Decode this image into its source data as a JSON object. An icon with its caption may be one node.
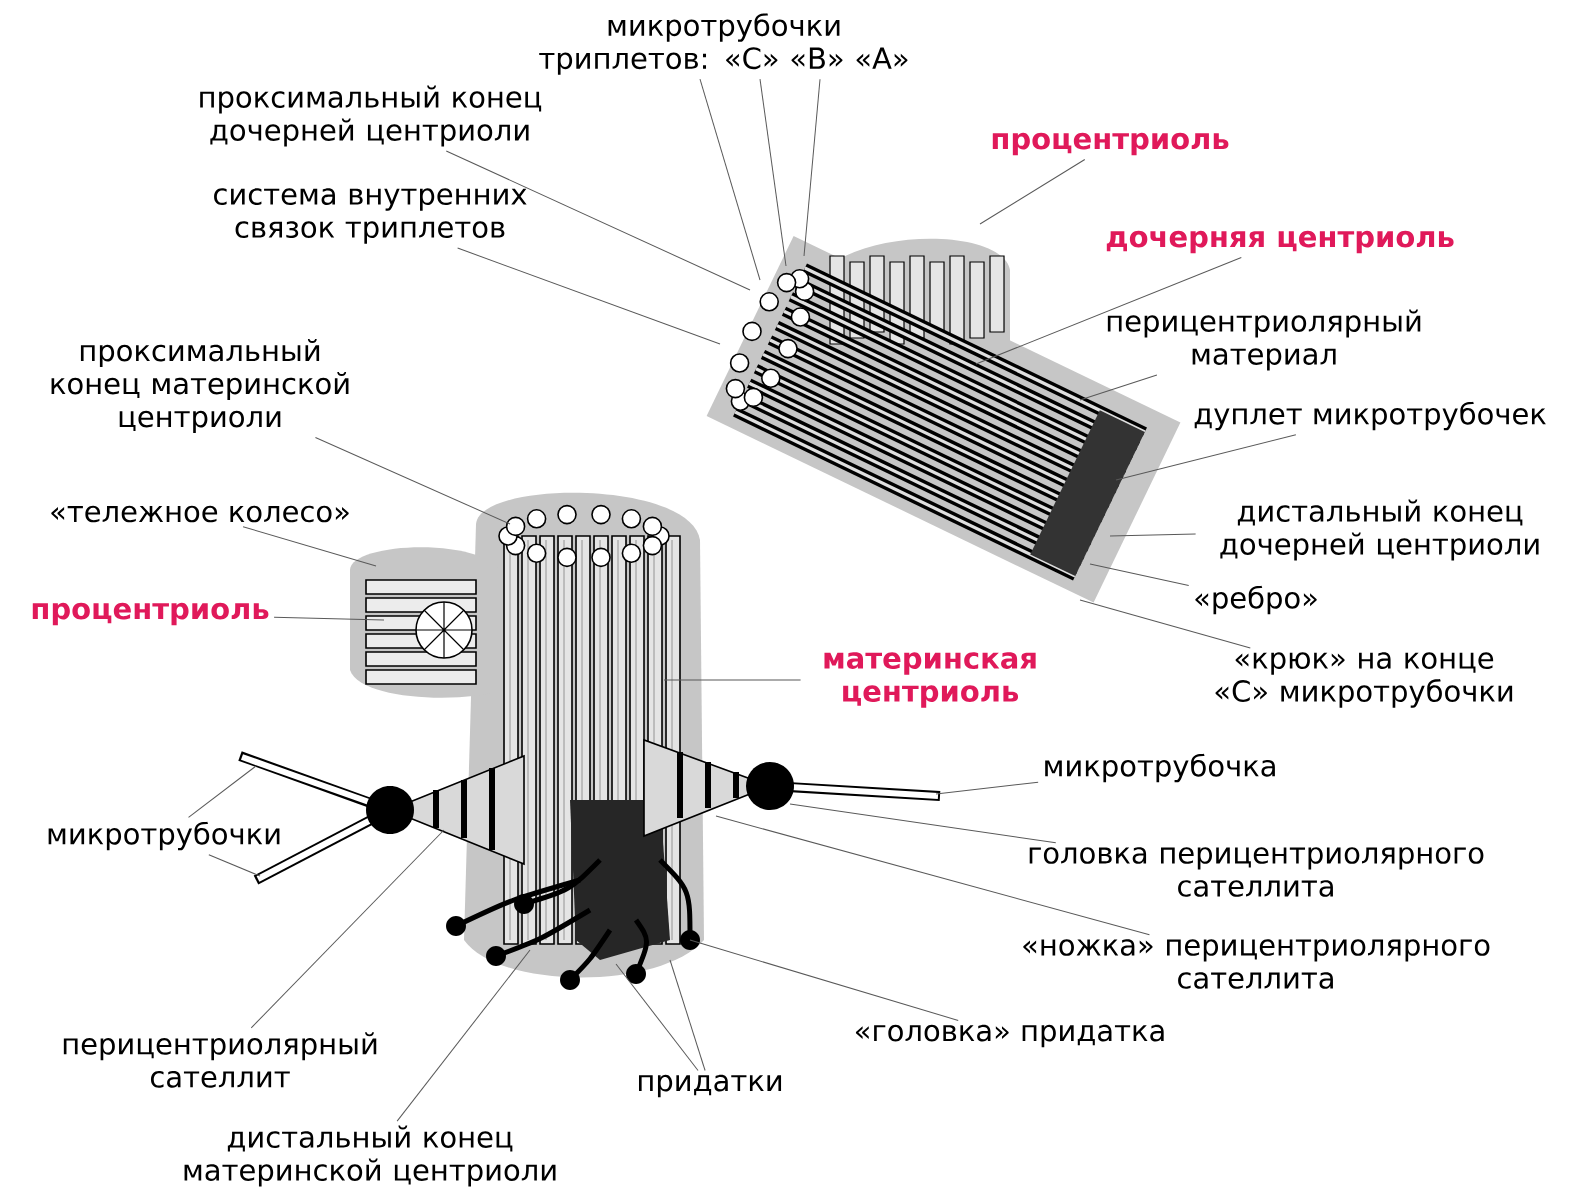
{
  "diagram": {
    "nodes": [
      {
        "text": [
          "микротрубочки триплетов: «С» «В» «А»"
        ]
      },
      {
        "text": [
          "проксимальный конец дочерней центриоли"
        ]
      },
      {
        "text": [
          "система внутренних связок триплетов"
        ]
      },
      {
        "text": [
          "проксимальный конец материнской центриоли"
        ]
      },
      {
        "text": [
          "«тележное колесо»"
        ]
      },
      {
        "text": [
          "процентриоль"
        ]
      },
      {
        "text": [
          "процентриоль"
        ]
      },
      {
        "text": [
          "дочерняя центриоль"
        ]
      },
      {
        "text": [
          "перицентриолярный материал"
        ]
      },
      {
        "text": [
          "дуплет микротрубочек"
        ]
      },
      {
        "text": [
          "дистальный конец дочерней центриоли"
        ]
      },
      {
        "text": [
          "«ребро»"
        ]
      },
      {
        "text": [
          "«крюк» на конце «С» микротрубочки"
        ]
      },
      {
        "text": [
          "материнская центриоль"
        ]
      },
      {
        "text": [
          "микротрубочка"
        ]
      },
      {
        "text": [
          "микротрубочки"
        ]
      },
      {
        "text": [
          "головка перицентриолярного сателлита"
        ]
      },
      {
        "text": [
          "«ножка» перицентриолярного сателлита"
        ]
      },
      {
        "text": [
          "«головка» придатка"
        ]
      },
      {
        "text": [
          "придатки"
        ]
      },
      {
        "text": [
          "перицентриолярный сателлит"
        ]
      },
      {
        "text": [
          "дистальный конец материнской центриоли"
        ]
      }
    ],
    "edges": [
      {
        "from": 0,
        "to": null,
        "arrow": "none"
      },
      {
        "from": 0,
        "to": null,
        "arrow": "none"
      },
      {
        "from": 0,
        "to": null,
        "arrow": "none"
      },
      {
        "from": 1,
        "to": null,
        "arrow": "none"
      },
      {
        "from": 2,
        "to": null,
        "arrow": "none"
      },
      {
        "from": 3,
        "to": null,
        "arrow": "none"
      },
      {
        "from": 4,
        "to": null,
        "arrow": "none"
      },
      {
        "from": 5,
        "to": null,
        "arrow": "none"
      },
      {
        "from": 6,
        "to": null,
        "arrow": "none"
      },
      {
        "from": 7,
        "to": null,
        "arrow": "none"
      },
      {
        "from": 8,
        "to": null,
        "arrow": "none"
      },
      {
        "from": 9,
        "to": null,
        "arrow": "none"
      },
      {
        "from": 10,
        "to": null,
        "arrow": "none"
      },
      {
        "from": 11,
        "to": null,
        "arrow": "none"
      },
      {
        "from": 12,
        "to": null,
        "arrow": "none"
      },
      {
        "from": 13,
        "to": null,
        "arrow": "none"
      },
      {
        "from": 14,
        "to": null,
        "arrow": "none"
      },
      {
        "from": 15,
        "to": null,
        "arrow": "none"
      },
      {
        "from": 15,
        "to": null,
        "arrow": "none"
      },
      {
        "from": 16,
        "to": null,
        "arrow": "none"
      },
      {
        "from": 17,
        "to": null,
        "arrow": "none"
      },
      {
        "from": 18,
        "to": null,
        "arrow": "none"
      },
      {
        "from": 19,
        "to": null,
        "arrow": "none"
      },
      {
        "from": 19,
        "to": null,
        "arrow": "none"
      },
      {
        "from": 20,
        "to": null,
        "arrow": "none"
      },
      {
        "from": 21,
        "to": null,
        "arrow": "none"
      }
    ]
  }
}
